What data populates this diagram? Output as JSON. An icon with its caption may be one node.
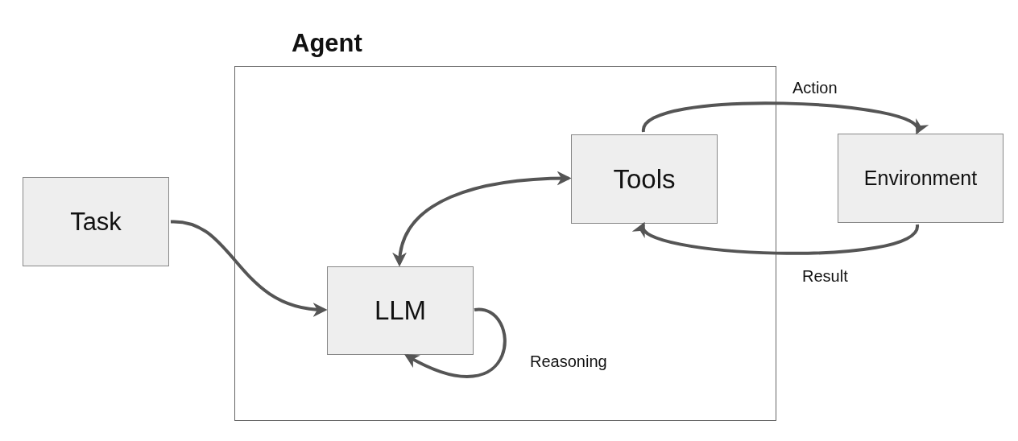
{
  "diagram": {
    "nodes": [
      {
        "text": [
          "Agent"
        ]
      },
      {
        "text": [
          "Task"
        ]
      },
      {
        "text": [
          "LLM"
        ],
        "in": 0
      },
      {
        "text": [
          "Tools"
        ],
        "in": 0
      },
      {
        "text": [
          "Environment"
        ]
      }
    ],
    "edges": [
      {
        "from": 1,
        "to": 2,
        "arrow": "to"
      },
      {
        "from": 2,
        "to": 3,
        "arrow": "both"
      },
      {
        "from": 3,
        "to": 4,
        "arrow": "to",
        "label": "Action"
      },
      {
        "from": 4,
        "to": 3,
        "arrow": "to",
        "label": "Result"
      },
      {
        "from": 2,
        "to": 2,
        "arrow": "to",
        "label": "Reasoning"
      }
    ]
  }
}
